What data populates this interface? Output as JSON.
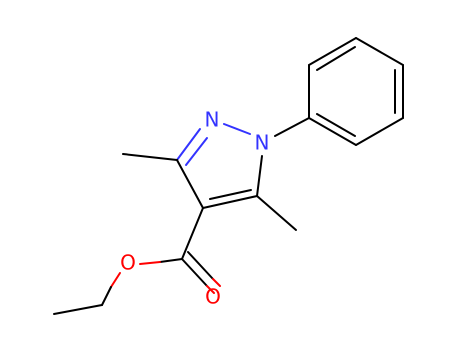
{
  "colors": {
    "carbon_bond": "#000000",
    "nitrogen": "#3333ff",
    "oxygen": "#ff0000",
    "background": "#ffffff"
  },
  "atoms": {
    "n_upper": {
      "element": "N",
      "label": "N"
    },
    "n_lower": {
      "element": "N",
      "label": "N"
    },
    "o_ether": {
      "element": "O",
      "label": "O"
    },
    "o_carbonyl": {
      "element": "O",
      "label": "O"
    }
  }
}
